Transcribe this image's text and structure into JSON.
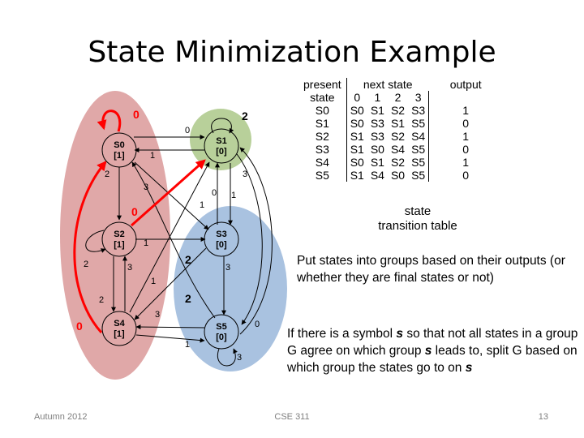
{
  "title": "State Minimization Example",
  "table": {
    "head1": [
      "present",
      "next state",
      "output"
    ],
    "head2": [
      "state",
      "0",
      "1",
      "2",
      "3",
      ""
    ],
    "rows": [
      [
        "S0",
        "S0",
        "S1",
        "S2",
        "S3",
        "1"
      ],
      [
        "S1",
        "S0",
        "S3",
        "S1",
        "S5",
        "0"
      ],
      [
        "S2",
        "S1",
        "S3",
        "S2",
        "S4",
        "1"
      ],
      [
        "S3",
        "S1",
        "S0",
        "S4",
        "S5",
        "0"
      ],
      [
        "S4",
        "S0",
        "S1",
        "S2",
        "S5",
        "1"
      ],
      [
        "S5",
        "S1",
        "S4",
        "S0",
        "S5",
        "0"
      ]
    ],
    "caption_line1": "state",
    "caption_line2": "transition table"
  },
  "paragraph1": "Put states into groups based on their outputs (or whether they are final states or not)",
  "paragraph2": {
    "part1": "If there is a symbol ",
    "symbol": "s",
    "part2": " so that not all states in a group G agree on which group ",
    "symbol2": "s",
    "part3": " leads to, split G based on which group the states go to on ",
    "symbol3": "s"
  },
  "diagram": {
    "nodes": [
      {
        "name": "S0",
        "output": "[1]"
      },
      {
        "name": "S1",
        "output": "[0]"
      },
      {
        "name": "S2",
        "output": "[1]"
      },
      {
        "name": "S3",
        "output": "[0]"
      },
      {
        "name": "S4",
        "output": "[1]"
      },
      {
        "name": "S5",
        "output": "[0]"
      }
    ],
    "edge_labels": {
      "s0_self": "0",
      "s1_self": "2",
      "s0_s1": "0",
      "s1_s0": "1",
      "s0_s2": "2",
      "s0_s3": "3",
      "s1_s3": "1",
      "s3_s1": "0",
      "s1_s5": "3",
      "s2_s1": "0",
      "s2_s3": "1",
      "s2_self": "2",
      "s2_s4": "3",
      "s4_s2": "2",
      "s4_s0": "0",
      "s3_s4": "2",
      "s4_s1": "1",
      "s5_s4": "2",
      "s3_s5": "3",
      "s4_s5": "1",
      "s5_s1": "0",
      "s5_self": "3",
      "s4_s3": "3",
      "s1_s4": "1"
    },
    "colors": {
      "group_a": "#e0a8a8",
      "group_b_s1": "#b8d09a",
      "group_b_s35": "#a9c2e0",
      "highlight": "#ff0000"
    }
  },
  "footer": {
    "left": "Autumn 2012",
    "center": "CSE 311",
    "right": "13"
  }
}
